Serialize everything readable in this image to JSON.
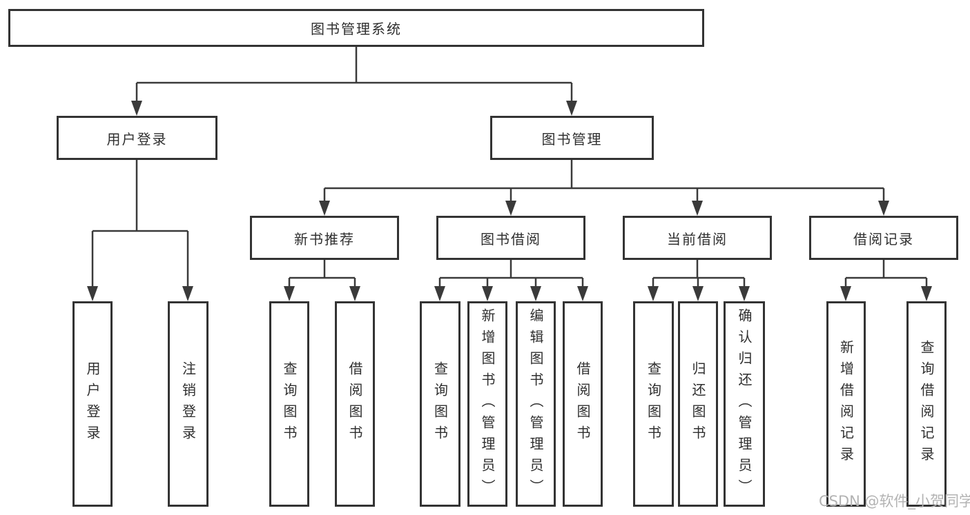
{
  "tree": {
    "label": "图书管理系统",
    "children": [
      {
        "label": "用户登录",
        "children": [
          {
            "label": "用户登录"
          },
          {
            "label": "注销登录"
          }
        ]
      },
      {
        "label": "图书管理",
        "children": [
          {
            "label": "新书推荐",
            "children": [
              {
                "label": "查询图书"
              },
              {
                "label": "借阅图书"
              }
            ]
          },
          {
            "label": "图书借阅",
            "children": [
              {
                "label": "查询图书"
              },
              {
                "label": "新增图书（管理员）"
              },
              {
                "label": "编辑图书（管理员）"
              },
              {
                "label": "借阅图书"
              }
            ]
          },
          {
            "label": "当前借阅",
            "children": [
              {
                "label": "查询图书"
              },
              {
                "label": "归还图书"
              },
              {
                "label": "确认归还（管理员）"
              }
            ]
          },
          {
            "label": "借阅记录",
            "children": [
              {
                "label": "新增借阅记录"
              },
              {
                "label": "查询借阅记录"
              }
            ]
          }
        ]
      }
    ]
  },
  "watermark": {
    "text": "CSDN @软件_小贺同学",
    "color": "#b3b3b3"
  },
  "colors": {
    "background": "#ffffff",
    "box_fill": "#ffffff",
    "box_border": "#333333",
    "line": "#3a3a3a",
    "text": "#2f2f2f"
  }
}
